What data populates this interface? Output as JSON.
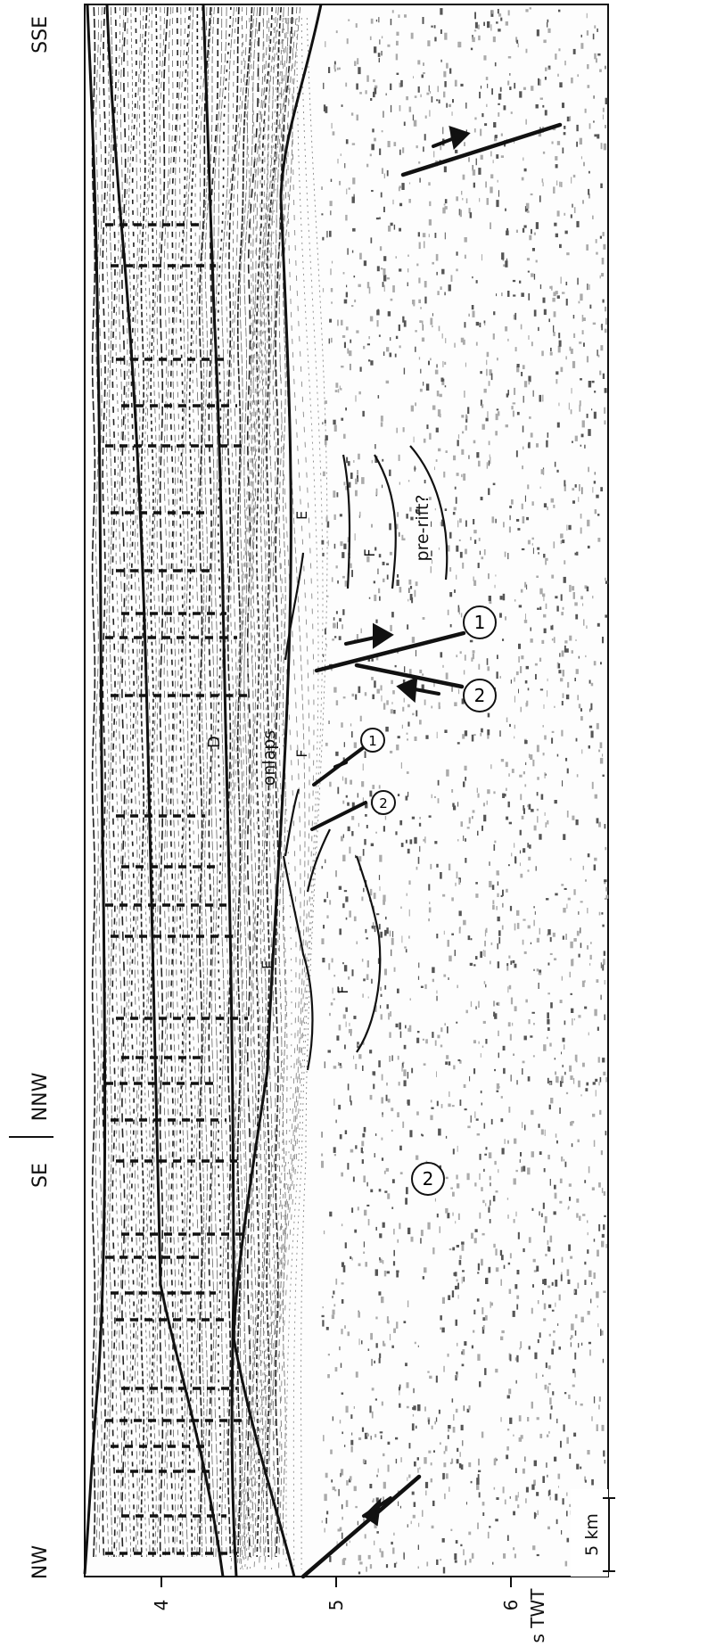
{
  "orientation": {
    "nw": "NW",
    "se": "SE",
    "nnw": "NNW",
    "sse": "SSE"
  },
  "axis": {
    "unit": "s TWT",
    "ticks": [
      "4",
      "5",
      "6"
    ]
  },
  "scale_bar": {
    "label": "5 km"
  },
  "horizons": {
    "d": "D",
    "e_left": "E",
    "e_right": "E",
    "f_left": "F",
    "f_mid": "F",
    "f_right": "F"
  },
  "annotations": {
    "onlaps": "onlaps",
    "pre_rift": "pre-rift?"
  },
  "fault_markers": {
    "one": "1",
    "two": "2"
  },
  "colors": {
    "ink": "#111111",
    "paper": "#ffffff",
    "noise": "#9a9a9a"
  }
}
